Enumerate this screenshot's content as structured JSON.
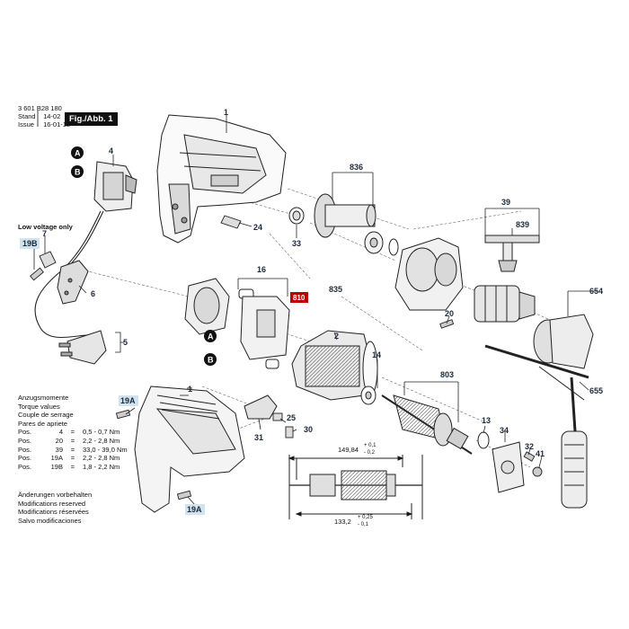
{
  "header": {
    "part_number": "3 601 B28 180",
    "stand_label": "Stand",
    "stand_value": "14-02",
    "issue_label": "Issue",
    "issue_value": "16-01-12",
    "figure_label": "Fig./Abb. 1"
  },
  "low_voltage": "Low voltage only",
  "torque": {
    "title_lines": [
      "Anzugsmomente",
      "Torque values",
      "Couple de serrage",
      "Pares de apriete"
    ],
    "rows": [
      {
        "pos": "Pos.",
        "id": "4",
        "sep": "=",
        "val": "0,5 - 0,7 Nm"
      },
      {
        "pos": "Pos.",
        "id": "20",
        "sep": "=",
        "val": "2,2 - 2,8 Nm"
      },
      {
        "pos": "Pos.",
        "id": "39",
        "sep": "=",
        "val": "33,0 - 39,0 Nm"
      },
      {
        "pos": "Pos.",
        "id": "19A",
        "sep": "=",
        "val": "2,2 - 2,8 Nm"
      },
      {
        "pos": "Pos.",
        "id": "19B",
        "sep": "=",
        "val": "1,8 - 2,2 Nm"
      }
    ]
  },
  "modifications": [
    "Änderungen vorbehalten",
    "Modifications reserved",
    "Modifications réservées",
    "Salvo modificaciones"
  ],
  "callouts": {
    "c1a": "1",
    "c1b": "1",
    "c4": "4",
    "c7": "7",
    "c19b": "19B",
    "c6": "6",
    "c5": "5",
    "c19a_top": "19A",
    "c19a_bot": "19A",
    "cA1": "A",
    "cB1": "B",
    "cA2": "A",
    "cB2": "B",
    "c24": "24",
    "c836": "836",
    "c33": "33",
    "c835": "835",
    "c16": "16",
    "c810": "810",
    "c2": "2",
    "c20": "20",
    "c39": "39",
    "c839": "839",
    "c654": "654",
    "c655": "655",
    "c14": "14",
    "c803": "803",
    "c13": "13",
    "c34": "34",
    "c32": "32",
    "c41": "41",
    "c25": "25",
    "c30": "30",
    "c31": "31"
  },
  "dimensions": {
    "len1": "149,84",
    "len1_tol_plus": "+ 0,1",
    "len1_tol_minus": "- 0,2",
    "len2": "133,2",
    "len2_tol_plus": "+ 0,25",
    "len2_tol_minus": "- 0,1"
  },
  "colors": {
    "callout_fill": "#cfe4ef",
    "callout_text": "#1d2a3a",
    "highlight_red": "#c00000",
    "line": "#222222"
  }
}
